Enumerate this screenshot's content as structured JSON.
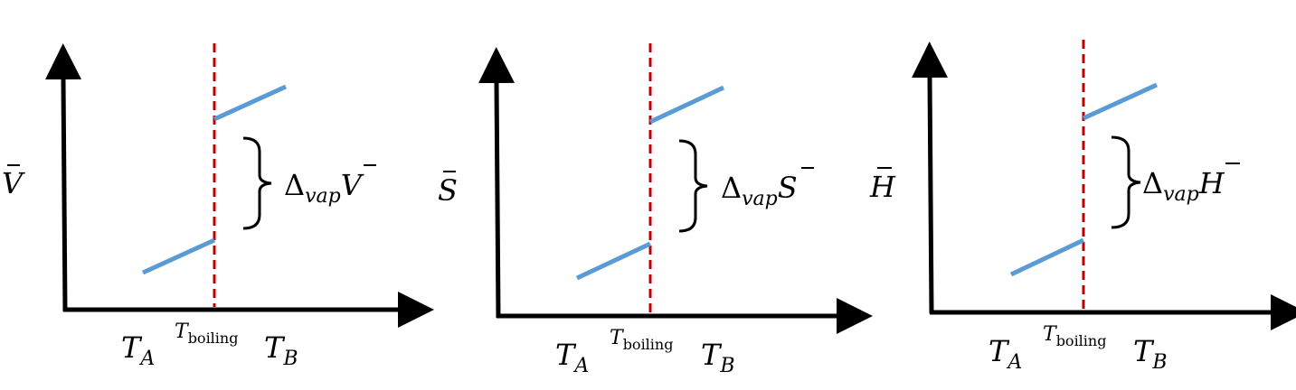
{
  "colors": {
    "axis": "#000000",
    "phase_line": "#5b9bd5",
    "boiling_marker": "#c00000"
  },
  "panels": [
    {
      "ylabel": {
        "symbol": "V",
        "bar": true
      },
      "bracket_label": {
        "delta": "Δ",
        "sub": "vap",
        "symbol": "V",
        "bar": true
      },
      "xticks": {
        "left": {
          "T": "T",
          "sub": "A"
        },
        "mid": {
          "T": "T",
          "sub": "boiling"
        },
        "right": {
          "T": "T",
          "sub": "B"
        }
      }
    },
    {
      "ylabel": {
        "symbol": "S",
        "bar": true
      },
      "bracket_label": {
        "delta": "Δ",
        "sub": "vap",
        "symbol": "S",
        "bar": true
      },
      "xticks": {
        "left": {
          "T": "T",
          "sub": "A"
        },
        "mid": {
          "T": "T",
          "sub": "boiling"
        },
        "right": {
          "T": "T",
          "sub": "B"
        }
      }
    },
    {
      "ylabel": {
        "symbol": "H",
        "bar": true
      },
      "bracket_label": {
        "delta": "Δ",
        "sub": "vap",
        "symbol": "H",
        "bar": true
      },
      "xticks": {
        "left": {
          "T": "T",
          "sub": "A"
        },
        "mid": {
          "T": "T",
          "sub": "boiling"
        },
        "right": {
          "T": "T",
          "sub": "B"
        }
      }
    }
  ]
}
